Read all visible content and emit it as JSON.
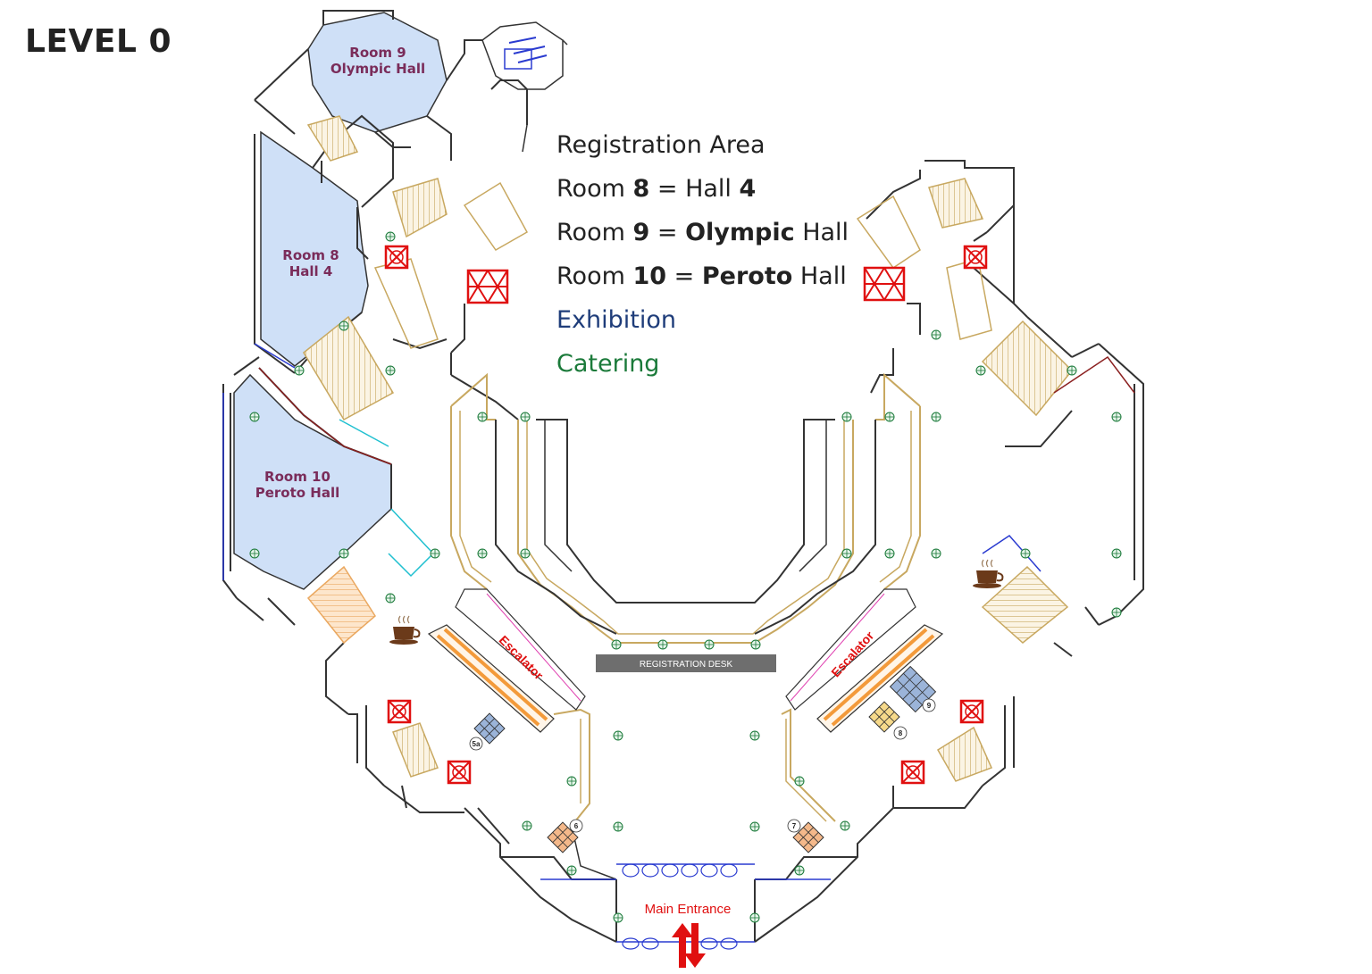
{
  "level_title": "LEVEL 0",
  "legend": {
    "registration": "Registration Area",
    "room8": {
      "prefix": "Room ",
      "num": "8",
      "eq": " = Hall ",
      "hall": "4",
      "suffix": ""
    },
    "room9": {
      "prefix": "Room ",
      "num": "9",
      "eq": " = ",
      "hall": "Olympic",
      "suffix": " Hall"
    },
    "room10": {
      "prefix": "Room ",
      "num": "10",
      "eq": " = ",
      "hall": "Peroto",
      "suffix": " Hall"
    },
    "exhibition": "Exhibition",
    "catering": "Catering"
  },
  "rooms": {
    "room9": {
      "line1": "Room 9",
      "line2": "Olympic Hall"
    },
    "room8": {
      "line1": "Room 8",
      "line2": "Hall 4"
    },
    "room10": {
      "line1": "Room 10",
      "line2": "Peroto Hall"
    }
  },
  "registration_desk": "REGISTRATION DESK",
  "escalators": {
    "left": "Escalator",
    "right": "Escalator"
  },
  "main_entrance": "Main Entrance",
  "stands": [
    "5a",
    "6",
    "7",
    "8",
    "9"
  ],
  "colors": {
    "room_fill": "#cfe0f7",
    "room_label": "#7a2c5a",
    "exhibition": "#1f3d7a",
    "catering": "#1b7a3a",
    "registration_desk": "#6e6e6e",
    "exit_marker": "#e01010",
    "stand_blue": "#9bb4d9",
    "stand_orange": "#f4b88a",
    "stand_yellow": "#f6d98a",
    "escalator": "#f39a3a",
    "stairs": "#c8a860"
  },
  "icons": [
    "coffee-cup-icon",
    "exit-marker-icon",
    "column-icon",
    "entrance-arrows-icon"
  ]
}
